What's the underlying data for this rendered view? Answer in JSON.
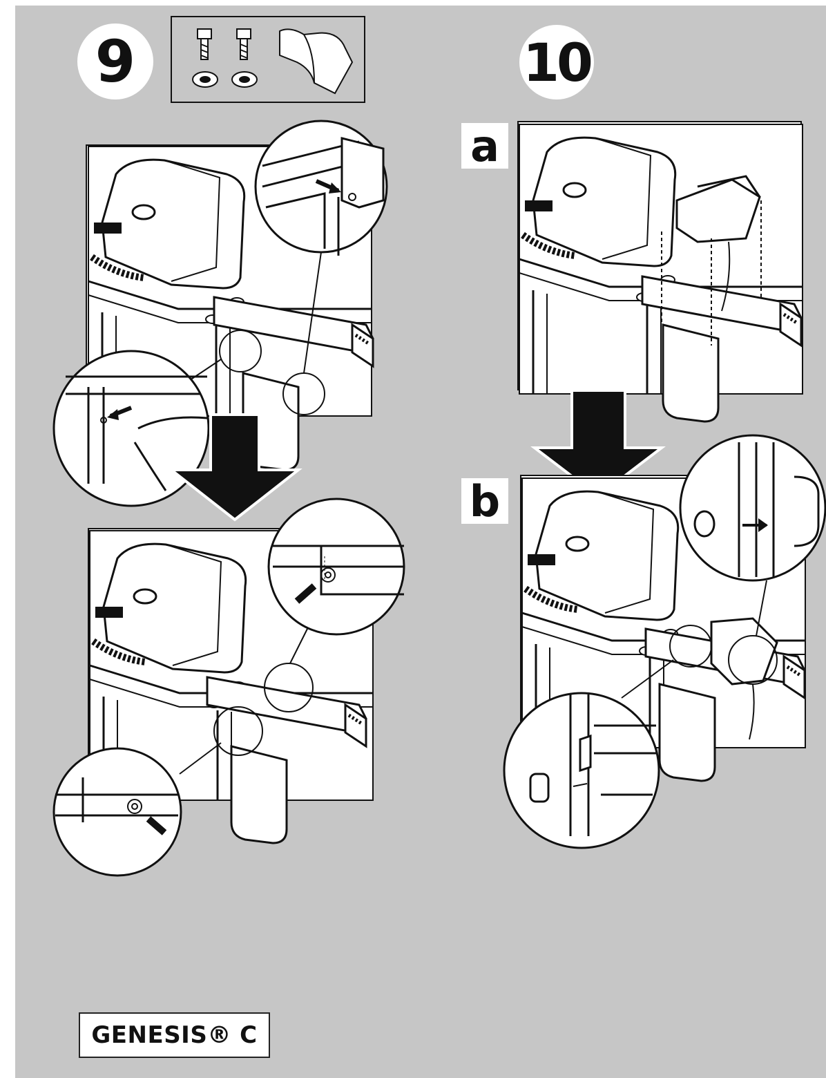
{
  "steps": [
    {
      "number": "9"
    },
    {
      "number": "10"
    }
  ],
  "sub_labels": [
    "a",
    "b"
  ],
  "model_label": "GENESIS® C",
  "colors": {
    "background": "#c6c6c6",
    "ink": "#111111",
    "figure_fill": "#ffffff"
  }
}
